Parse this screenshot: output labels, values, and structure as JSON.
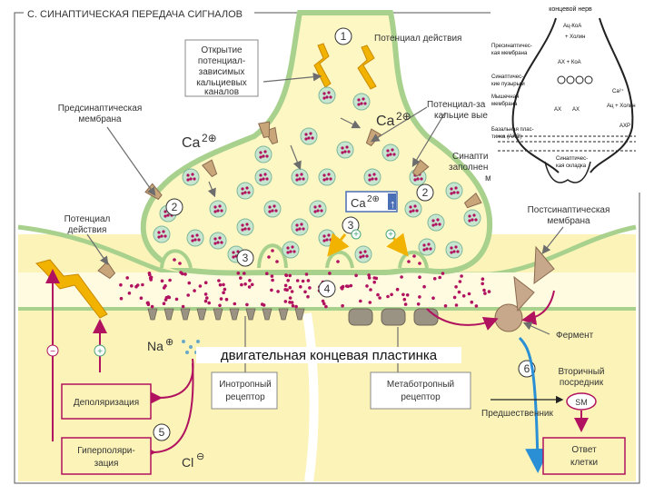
{
  "title": "C. СИНАПТИЧЕСКАЯ ПЕРЕДАЧА СИГНАЛОВ",
  "labels": {
    "calcium_channel_opening": [
      "Открытие",
      "потенциал-",
      "зависимых",
      "кальциевых",
      "каналов"
    ],
    "action_potential_top": "Потенциал действия",
    "presynaptic_membrane": [
      "Предсинаптическая",
      "мембрана"
    ],
    "voltage_ca_channels": [
      "Потенциал-за",
      "кальцие вые"
    ],
    "synaptic_vesicle": [
      "Синапти",
      "заполнен",
      "м"
    ],
    "postsynaptic_membrane": [
      "Постсинаптическая",
      "мембрана"
    ],
    "action_potential_left": [
      "Потенциал",
      "действия"
    ],
    "enzyme": "Фермент",
    "motor_end_plate": "двигательная концевая пластинка",
    "ionotropic_receptor": [
      "Инотропный",
      "рецептор"
    ],
    "metabotropic_receptor": [
      "Метаботропный",
      "рецептор"
    ],
    "depolarization": "Деполяризация",
    "hyperpolarization": [
      "Гиперполяри-",
      "зация"
    ],
    "secondary_messenger": [
      "Вторичный",
      "посредник"
    ],
    "precursor": "Предшественник",
    "sm": "SM",
    "cell_response": [
      "Ответ",
      "клетки"
    ],
    "ca_ion": "Ca",
    "ca_charge": "2⊕",
    "ca_box_arrow": "↑",
    "na_ion": "Na",
    "na_charge": "⊕",
    "cl_ion": "Cl",
    "cl_charge": "⊖",
    "plus": "+",
    "minus": "−"
  },
  "steps": [
    "1",
    "2",
    "3",
    "4",
    "5",
    "6"
  ],
  "inset": {
    "title": "концевой нерв",
    "lines": [
      "Ац-КоА",
      "+ Холин",
      "Пресинаптичес-",
      "кая мембрана",
      "АХ + КоА",
      "Синаптичес-",
      "кие пузырьки",
      "Мышечная",
      "мембрана",
      "Базальная плас-",
      "тинка (АХЭ)",
      "Синаптичес-",
      "кая складка",
      "Ca²⁺",
      "Ац + Холин",
      "АХР",
      "АХ",
      "АХ"
    ]
  },
  "colors": {
    "cytoplasm": "#fbf3b8",
    "terminal": "#fdf7c4",
    "membrane": "#a9d18e",
    "vesicle": "#c7e6d0",
    "transmitter": "#b0125f",
    "flash": "#f2b200",
    "arrow_red": "#b0125f",
    "arrow_blue": "#2b8fd6",
    "channel": "#c9a57a",
    "receptor": "#9a9282",
    "enzyme": "#c8a88a"
  }
}
